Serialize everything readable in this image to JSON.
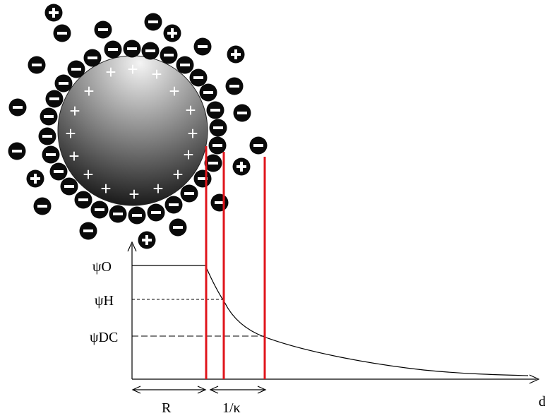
{
  "labels": {
    "psi_0": "ψO",
    "psi_h": "ψH",
    "psi_dc": "ψDC",
    "radius": "R",
    "debye_length": "1/κ",
    "x_axis_symbol": "d"
  },
  "colors": {
    "boundary_lines": "#e0141b",
    "ions": "#0a0a0a",
    "curve": "#000000",
    "particle_highlight": "#f4f4f4",
    "particle_shadow": "#141414"
  },
  "ion_signs": {
    "negative": "−",
    "positive": "+"
  }
}
